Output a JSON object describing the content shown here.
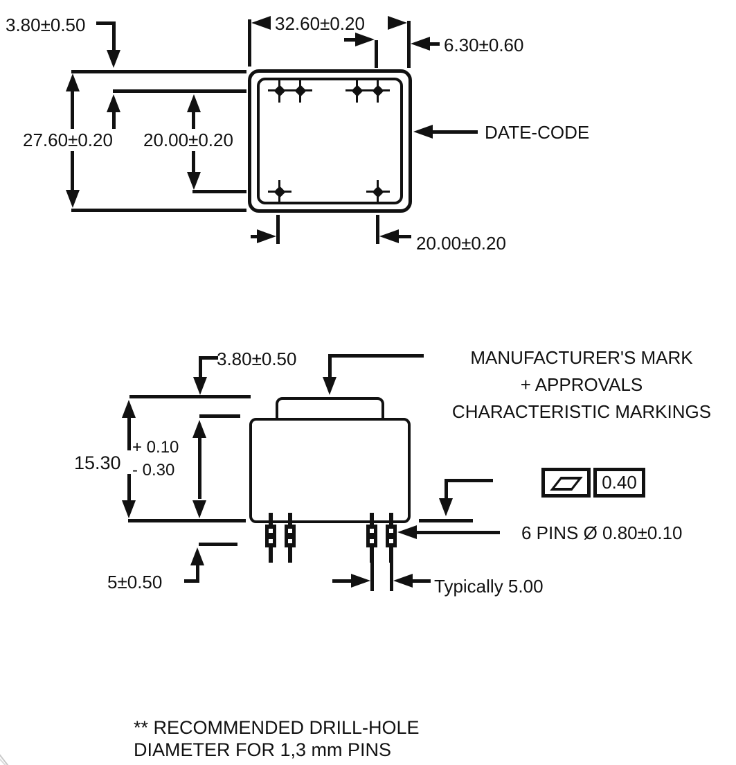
{
  "top_view": {
    "lead_dim": "3.80±0.50",
    "width_dim": "32.60±0.20",
    "edge_to_pin_dim": "6.30±0.60",
    "height_dim": "27.60±0.20",
    "pin_row_dim": "20.00±0.20",
    "pin_col_dim": "20.00±0.20",
    "date_code": "DATE-CODE"
  },
  "side_view": {
    "lid_dim": "3.80±0.50",
    "mark_line1": "MANUFACTURER'S MARK",
    "mark_line2": "+ APPROVALS",
    "mark_line3": "CHARACTERISTIC MARKINGS",
    "height_value": "15.30",
    "tol_plus": "+ 0.10",
    "tol_minus": "- 0.30",
    "flatness": "0.40",
    "pins_note": "6 PINS Ø 0.80±0.10",
    "pin_length_dim": "5±0.50",
    "pin_pitch_dim": "Typically 5.00"
  },
  "footnote": {
    "line1": "** RECOMMENDED DRILL-HOLE",
    "line2": "DIAMETER FOR 1,3 mm PINS"
  },
  "colors": {
    "ink": "#111111",
    "background": "#ffffff"
  }
}
